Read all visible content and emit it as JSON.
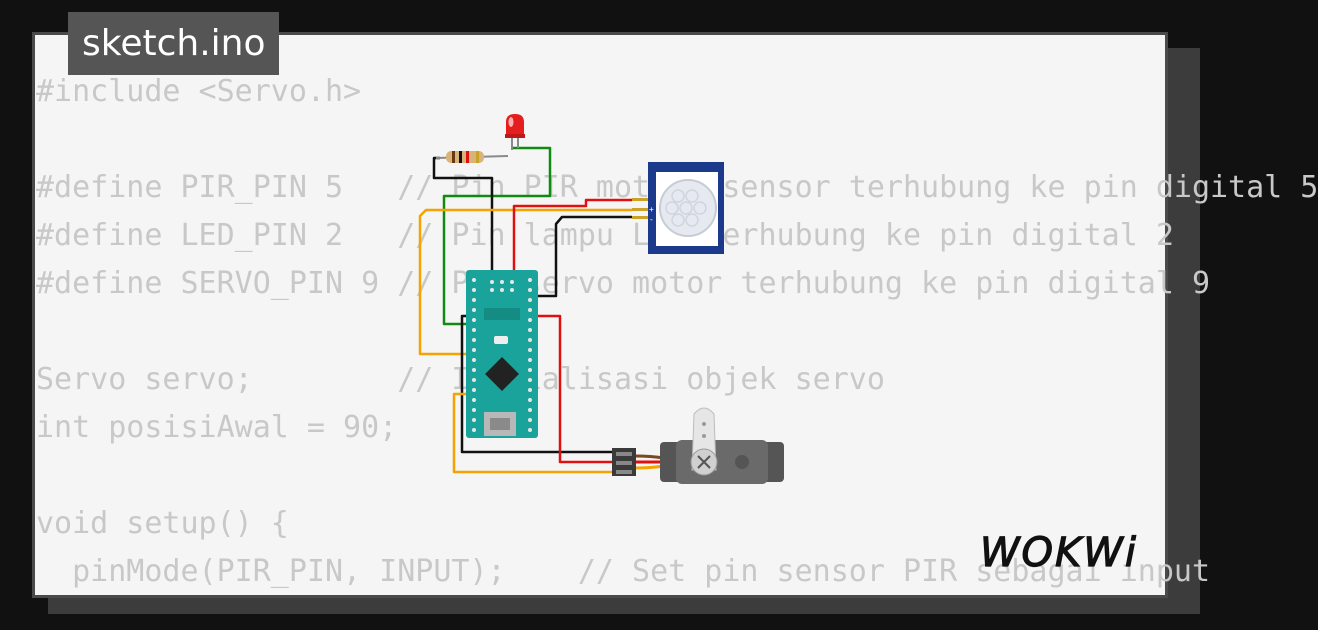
{
  "file_tab": {
    "label": "sketch.ino"
  },
  "code_lines": [
    "#include <Servo.h>",
    "",
    "#define PIR_PIN 5   // Pin PIR motion sensor terhubung ke pin digital 5",
    "#define LED_PIN 2   // Pin lampu LED terhubung ke pin digital 2",
    "#define SERVO_PIN 9 // Pin servo motor terhubung ke pin digital 9",
    "",
    "Servo servo;        // Inisialisasi objek servo",
    "int posisiAwal = 90;",
    "",
    "void setup() {",
    "  pinMode(PIR_PIN, INPUT);    // Set pin sensor PIR sebagai input"
  ],
  "logo": {
    "text": "WOKWi"
  },
  "colors": {
    "background": "#111111",
    "card": "#f5f5f5",
    "code_text": "#c8c8c8",
    "tab_bg": "#555555",
    "board": "#1aa39a",
    "wire_green": "#128a12",
    "wire_black": "#111111",
    "wire_red": "#e01010",
    "wire_orange": "#f4a300",
    "pir_body": "#1c3a8c",
    "led": "#e41e1e"
  },
  "components": {
    "board": {
      "name": "Arduino Nano",
      "icon": "arduino-nano-board"
    },
    "led": {
      "name": "Red LED",
      "icon": "led-icon"
    },
    "resistor": {
      "name": "Resistor",
      "icon": "resistor-icon"
    },
    "pir_sensor": {
      "name": "PIR motion sensor",
      "icon": "pir-sensor-icon"
    },
    "servo": {
      "name": "Servo motor",
      "icon": "servo-icon"
    }
  }
}
